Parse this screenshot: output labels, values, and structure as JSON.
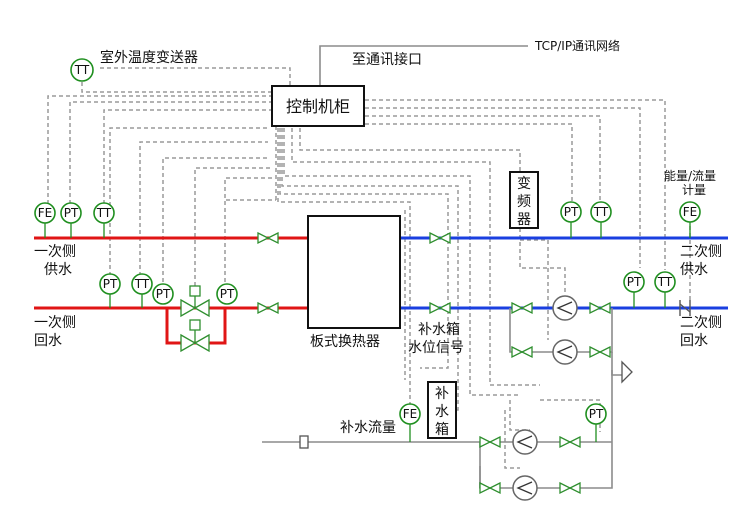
{
  "labels": {
    "outdoor_temp": "室外温度变送器",
    "control_cabinet": "控制机柜",
    "to_comm": "至通讯接口",
    "tcpip": "TCP/IP通讯网络",
    "inverter": [
      "变",
      "频",
      "器"
    ],
    "primary_supply": [
      "一次侧",
      "供水"
    ],
    "primary_return": [
      "一次侧",
      "回水"
    ],
    "secondary_supply": [
      "二次侧",
      "供水"
    ],
    "secondary_return": [
      "二次侧",
      "回水"
    ],
    "energy_meter": [
      "能量/流量",
      "计量"
    ],
    "plate_hx": "板式换热器",
    "tank_signal": [
      "补水箱",
      "水位信号"
    ],
    "makeup_tank": [
      "补",
      "水",
      "箱"
    ],
    "makeup_flow": "补水流量"
  },
  "instruments": {
    "tt": "TT",
    "fe": "FE",
    "pt": "PT"
  },
  "colors": {
    "primary_pipe": "#e01515",
    "secondary_pipe": "#1a3fe0",
    "instrument": "#1f8f1f",
    "valve": "#2f8f2f",
    "signal_line": "#9a9a9a"
  }
}
